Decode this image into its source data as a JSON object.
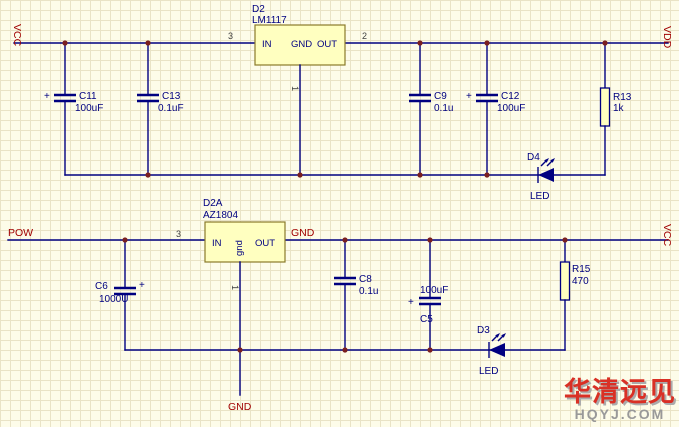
{
  "colors": {
    "wire": "#000080",
    "junction": "#7a1f1f",
    "netred": "#a00000",
    "part-fill": "#FFFFC0",
    "part-stroke": "#8a7a2a",
    "wm-red": "#d93025",
    "wm-gray": "#999999"
  },
  "ports": {
    "top_left": "VCC",
    "top_right": "VDD",
    "bottom_left": "POW",
    "bottom_right": "VCC",
    "out_net": "GND",
    "ground": "GND"
  },
  "u1": {
    "ref": "D2",
    "part": "LM1117",
    "pin_in": "IN",
    "pin_gnd": "GND",
    "pin_out": "OUT",
    "num_in": "3",
    "num_out": "2",
    "num_gnd": "1"
  },
  "u2": {
    "ref": "D2A",
    "part": "AZ1804",
    "pin_in": "IN",
    "pin_gnd": "gnd",
    "pin_out": "OUT",
    "num_in": "3",
    "num_gnd": "1"
  },
  "c11": {
    "ref": "C11",
    "value": "100uF",
    "plus": "+"
  },
  "c13": {
    "ref": "C13",
    "value": "0.1uF"
  },
  "c9": {
    "ref": "C9",
    "value": "0.1u"
  },
  "c12": {
    "ref": "C12",
    "value": "100uF",
    "plus": "+"
  },
  "r13": {
    "ref": "R13",
    "value": "1k"
  },
  "d4": {
    "ref": "D4",
    "label": "LED"
  },
  "c6": {
    "ref": "C6",
    "value": "1000U",
    "plus": "+"
  },
  "c8": {
    "ref": "C8",
    "value": "0.1u"
  },
  "c5": {
    "ref": "C5",
    "value": "100uF",
    "plus": "+"
  },
  "r15": {
    "ref": "R15",
    "value": "470"
  },
  "d3": {
    "ref": "D3",
    "label": "LED"
  },
  "watermark": {
    "cn": "华清远见",
    "en": "HQYJ.COM"
  }
}
